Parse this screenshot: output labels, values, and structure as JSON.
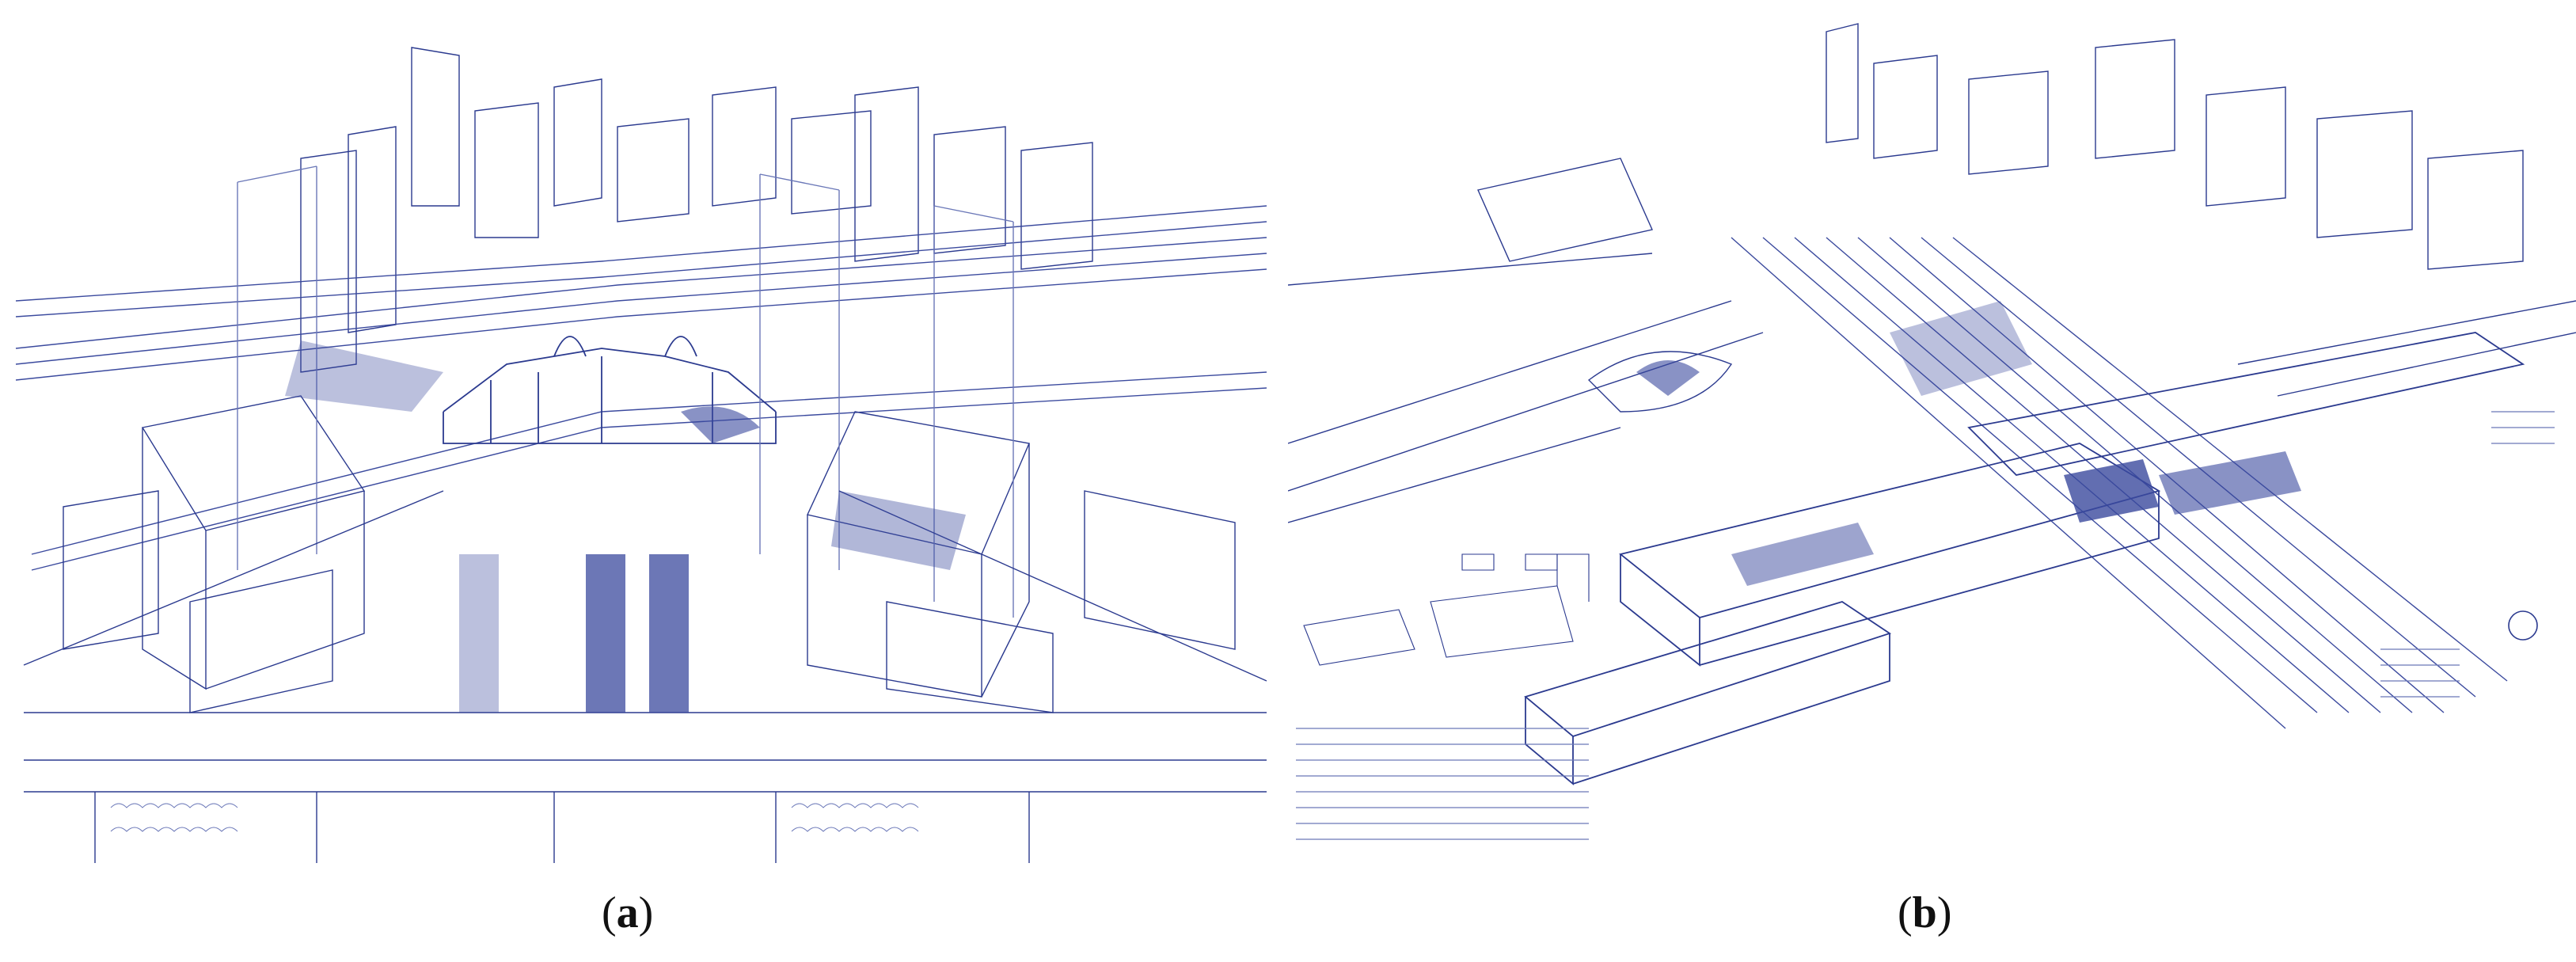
{
  "figure": {
    "panels": [
      {
        "id": "a",
        "caption_letter": "a",
        "description_icon": "isometric-station-plaza-drawing"
      },
      {
        "id": "b",
        "caption_letter": "b",
        "description_icon": "isometric-station-cutaway-drawing"
      }
    ],
    "colors": {
      "ink": "#2b3a8f",
      "ink_light": "#6b78b8",
      "fill": "#3b4a9e",
      "paper": "#ffffff",
      "caption": "#111111"
    }
  }
}
